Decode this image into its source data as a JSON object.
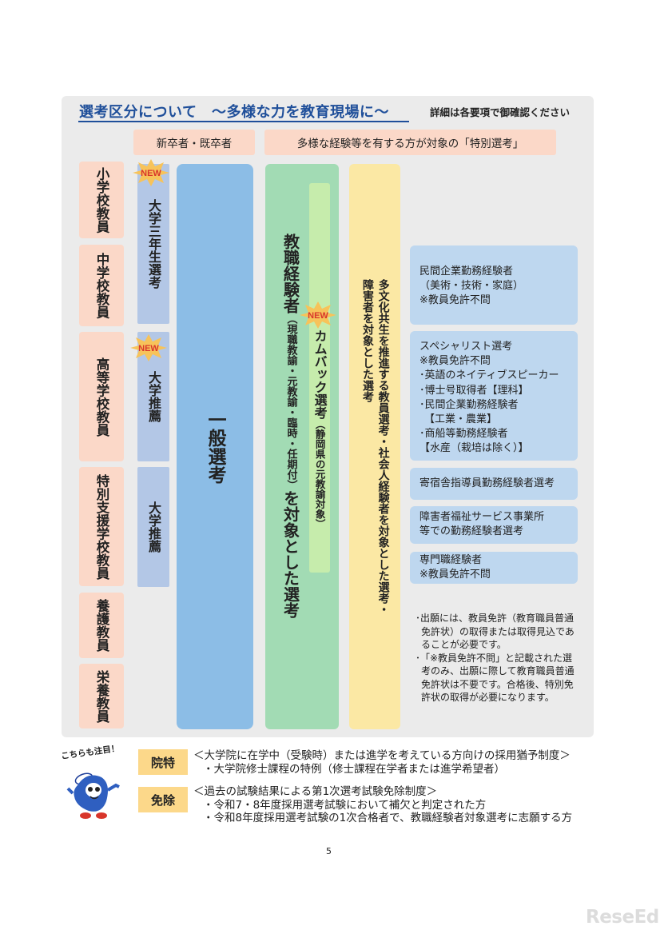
{
  "title": "選考区分について　〜多様な力を教育現場に〜",
  "detail_note": "詳細は各要項で御確認ください",
  "headers": {
    "new_grad": "新卒者・既卒者",
    "special": "多様な経験等を有する方が対象の「特別選考」"
  },
  "school_types": [
    "小学校教員",
    "中学校教員",
    "高等学校教員",
    "特別支援学校教員",
    "養護教員",
    "栄養教員"
  ],
  "university_boxes": [
    "大学三年生選考",
    "大学推薦",
    "大学推薦"
  ],
  "new_badge": "NEW",
  "general": "一般選考",
  "experienced": {
    "main_a": "教職経験者",
    "paren_a": "（現職教諭・元教諭・臨時・任期付）",
    "main_b": "を対象とした選考"
  },
  "comeback": {
    "main": "カムバック選考",
    "paren": "（静岡県の元教諭対象）"
  },
  "multicultural": {
    "line1": "多文化共生を推進する教員選考・社会人経験者を対象とした選考・",
    "line2": "障害者を対象とした選考"
  },
  "right_boxes": {
    "private": [
      "民間企業勤務経験者",
      "（美術・技術・家庭）",
      "※教員免許不問"
    ],
    "specialist": [
      "スペシャリスト選考",
      "※教員免許不問",
      "･英語のネイティブスピーカー",
      "･博士号取得者【理科】",
      "･民間企業勤務経験者",
      "【工業・農業】",
      "･商船等勤務経験者",
      "【水産（栽培は除く）】"
    ],
    "dorm": [
      "寄宿舎指導員勤務経験者選考"
    ],
    "welfare": [
      "障害者福祉サービス事業所",
      "等での勤務経験者選考"
    ],
    "professional": [
      "専門職経験者",
      "※教員免許不問"
    ]
  },
  "notes": [
    "･出願には、教員免許（教育職員普通",
    "免許状）の取得または取得見込であ",
    "ることが必要です。",
    "･「※教員免許不問」と記載された選",
    "考のみ、出願に際して教育職員普通",
    "免許状は不要です。合格後、特別免",
    "許状の取得が必要になります。"
  ],
  "kochira": "こちらも注目！",
  "intoku": {
    "tag": "院特",
    "lines": [
      "＜大学院に在学中（受験時）または進学を考えている方向けの採用猶予制度＞",
      "・大学院修士課程の特例（修士課程在学者または進学希望者）"
    ]
  },
  "menjo": {
    "tag": "免除",
    "lines": [
      "＜過去の試験結果による第1次選考試験免除制度＞",
      "・令和7・8年度採用選考試験において補欠と判定された方",
      "・令和8年度採用選考試験の1次合格者で、教職経験者対象選考に志願する方"
    ]
  },
  "page_number": "5",
  "logo": "ReseEd",
  "colors": {
    "title": "#1f4f9a",
    "peach": "#fbd8c8",
    "university": "#b3c7e6",
    "general": "#8cbde6",
    "experienced": "#a2dbb4",
    "comeback": "#c6ecac",
    "multicultural": "#fbe8a4",
    "right_box": "#bed7ef",
    "tag": "#fcd88a",
    "new_star": "#f7c35a",
    "new_text": "#d8362b"
  }
}
